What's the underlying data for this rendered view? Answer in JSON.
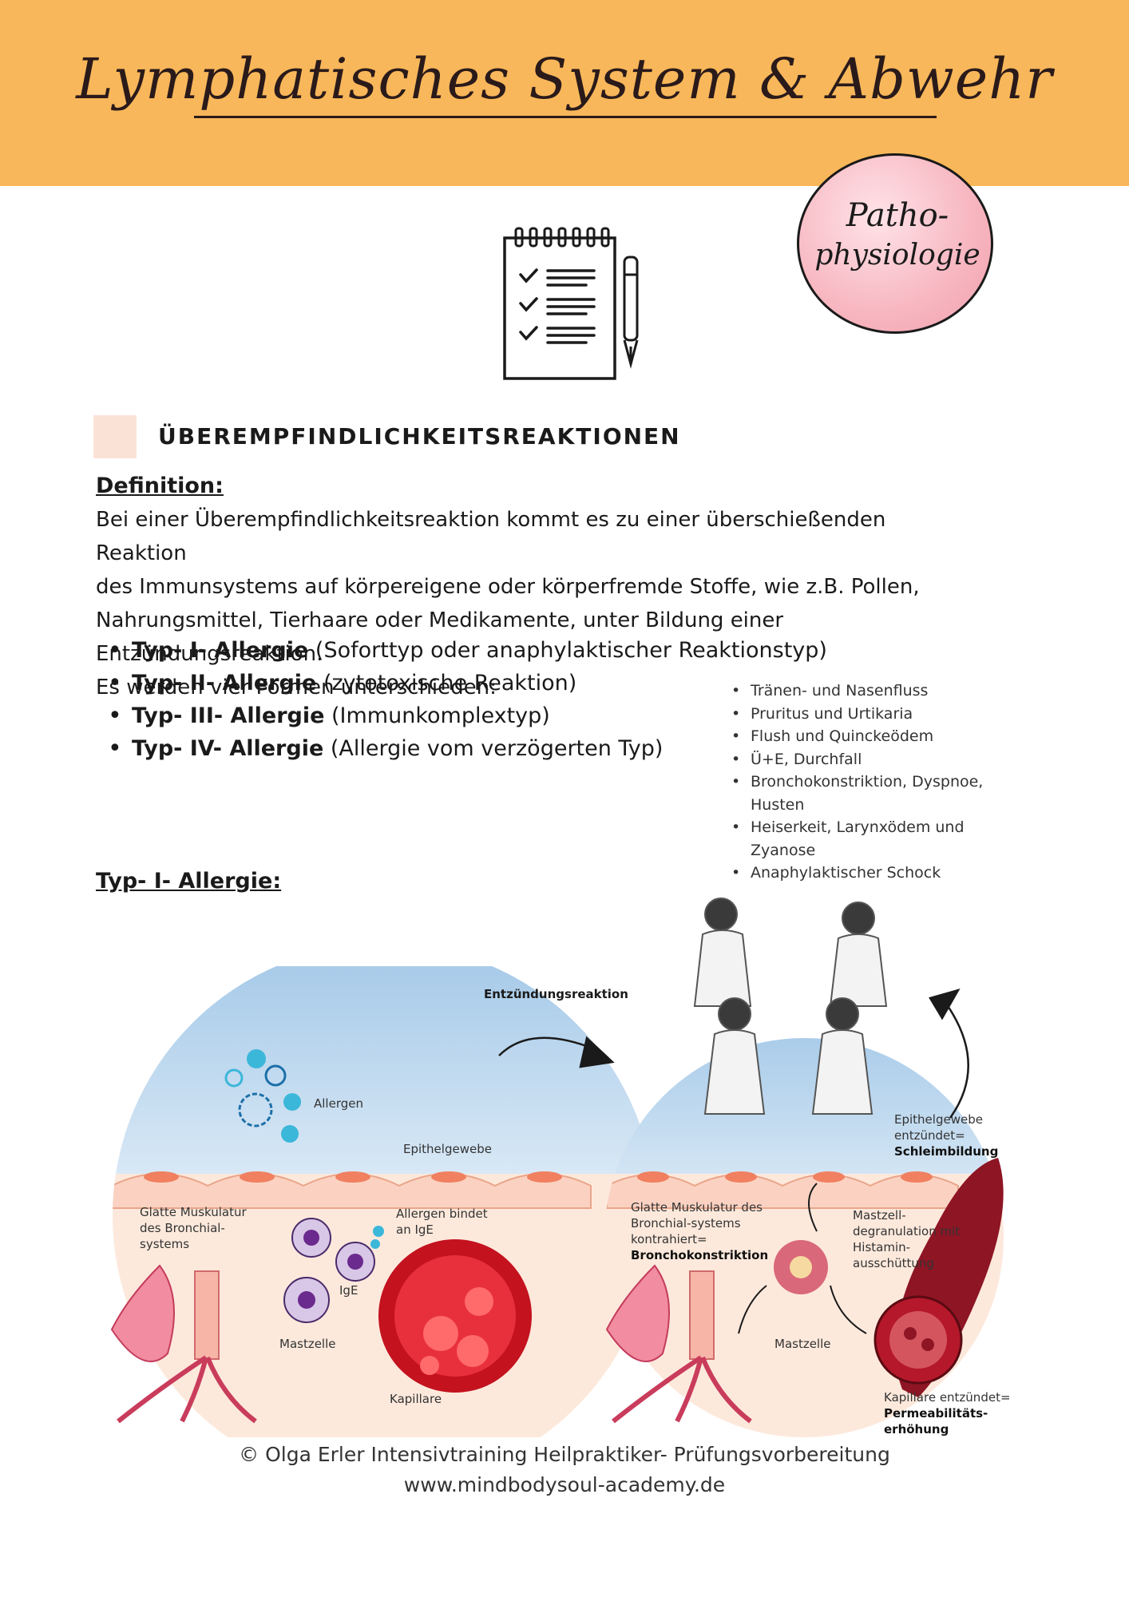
{
  "header": {
    "title": "Lymphatisches System & Abwehr"
  },
  "badge": {
    "line1": "Patho-",
    "line2": "physiologie"
  },
  "icons": {
    "notepad": "notepad-checklist-icon",
    "pen": "fountain-pen-icon",
    "arrow": "curved-arrow-icon"
  },
  "section": {
    "heading": "ÜBEREMPFINDLICHKEITSREAKTIONEN"
  },
  "definition": {
    "heading": "Definition:",
    "lines": [
      "Bei einer Überempfindlichkeitsreaktion kommt es zu einer überschießenden Reaktion",
      "des Immunsystems auf körpereigene oder körperfremde Stoffe, wie z.B. Pollen,",
      "Nahrungsmittel, Tierhaare oder Medikamente, unter Bildung einer Entzündungsreaktion.",
      "Es werden vier Formen unterschieden:"
    ]
  },
  "types": [
    {
      "bold": "Typ- I- Allergie",
      "rest": " (Soforttyp oder anaphylaktischer Reaktionstyp)"
    },
    {
      "bold": "Typ- II- Allergie",
      "rest": " (zytotoxische Reaktion)"
    },
    {
      "bold": "Typ- III- Allergie",
      "rest": " (Immunkomplextyp)"
    },
    {
      "bold": "Typ- IV- Allergie",
      "rest": " (Allergie vom verzögerten Typ)"
    }
  ],
  "symptoms": [
    "Tränen- und Nasenfluss",
    "Pruritus und Urtikaria",
    "Flush und Quinckeödem",
    "Ü+E, Durchfall",
    "Bronchokonstriktion, Dyspnoe, Husten",
    "Heiserkeit, Larynxödem und Zyanose",
    "Anaphylaktischer Schock"
  ],
  "type1": {
    "heading": "Typ- I- Allergie:"
  },
  "diagram": {
    "process_label": "Entzündungsreaktion",
    "left": {
      "allergen": "Allergen",
      "epithel": "Epithelgewebe",
      "muscle_l1": "Glatte Muskulatur",
      "muscle_l2": "des Bronchial-",
      "muscle_l3": "systems",
      "bind_l1": "Allergen bindet",
      "bind_l2": "an IgE",
      "ige": "IgE",
      "mastzelle": "Mastzelle",
      "kapillare": "Kapillare"
    },
    "right": {
      "epithel_l1": "Epithelgewebe",
      "epithel_l2": "entzündet=",
      "epithel_l3": "Schleimbildung",
      "muscle_l1": "Glatte Muskulatur des",
      "muscle_l2": "Bronchial-systems",
      "muscle_l3": "kontrahiert=",
      "muscle_l4": "Bronchokonstriktion",
      "mast_l1": "Mastzell-",
      "mast_l2": "degranulation mit",
      "mast_l3": "Histamin-",
      "mast_l4": "ausschüttung",
      "mastzelle": "Mastzelle",
      "kap_l1": "Kapillare entzündet=",
      "kap_l2": "Permeabilitäts-",
      "kap_l3": "erhöhung"
    }
  },
  "footer": {
    "line1": "© Olga Erler Intensivtraining Heilpraktiker- Prüfungsvorbereitung",
    "line2": "www.mindbodysoul-academy.de"
  },
  "colors": {
    "header": "#f8b75a",
    "badge": "#f7b6c0",
    "section_square": "#fbe2d6",
    "sky": "#cfe3f3",
    "tissue": "#fde9dc",
    "blood": "#d81e2c"
  }
}
